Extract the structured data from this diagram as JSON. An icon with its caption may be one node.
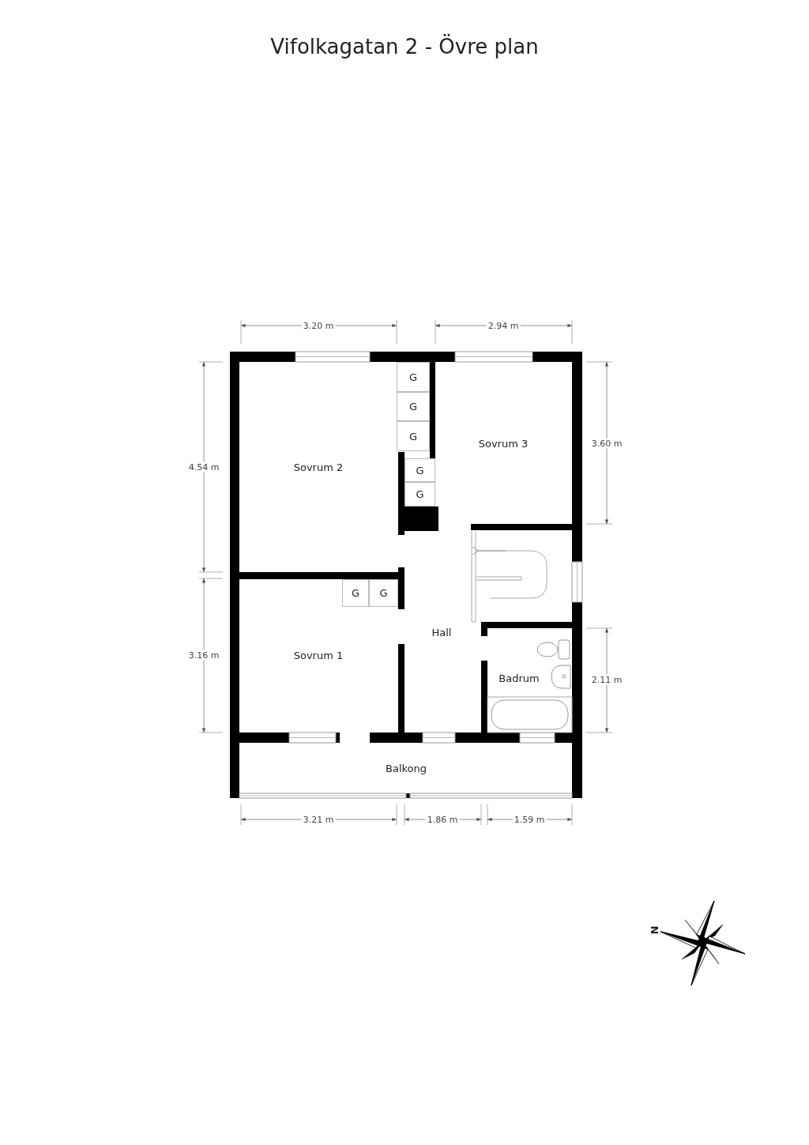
{
  "diagram": {
    "title": "Vifolkagatan 2 - Övre plan",
    "labels": [
      "3.20 m",
      "2.94 m",
      "G",
      "G",
      "G",
      "Sovrum 3",
      "3.60 m",
      "4.54 m",
      "Sovrum 2",
      "G",
      "G",
      "G",
      "G",
      "Hall",
      "3.16 m",
      "Sovrum 1",
      "Badrum",
      "2.11 m",
      "Balkong",
      "3.21 m",
      "1.86 m",
      "1.59 m",
      "N"
    ]
  }
}
